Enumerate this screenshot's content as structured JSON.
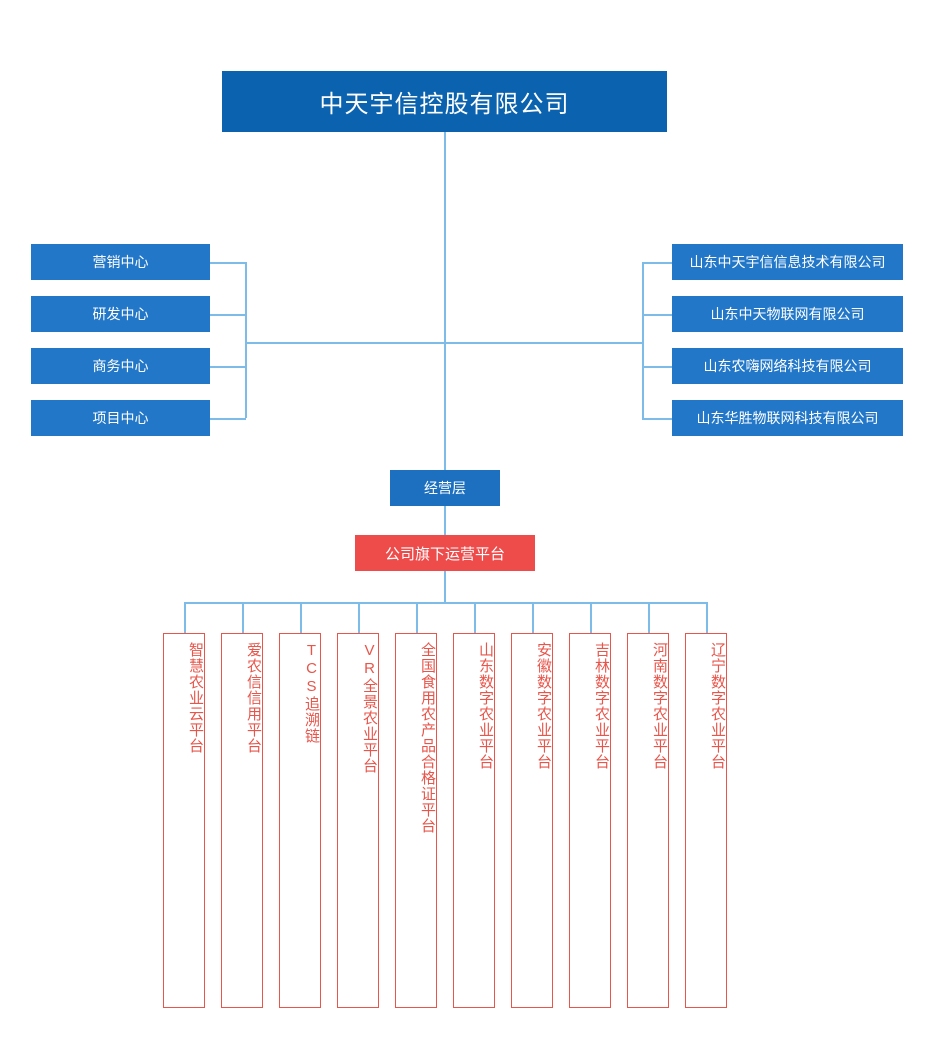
{
  "root": {
    "label": "中天宇信控股有限公司"
  },
  "departments": {
    "items": [
      {
        "label": "营销中心"
      },
      {
        "label": "研发中心"
      },
      {
        "label": "商务中心"
      },
      {
        "label": "项目中心"
      }
    ]
  },
  "subsidiaries": {
    "items": [
      {
        "label": "山东中天宇信信息技术有限公司"
      },
      {
        "label": "山东中天物联网有限公司"
      },
      {
        "label": "山东农嗨网络科技有限公司"
      },
      {
        "label": "山东华胜物联网科技有限公司"
      }
    ]
  },
  "management": {
    "label": "经营层"
  },
  "platform_header": {
    "label": "公司旗下运营平台"
  },
  "platforms": {
    "items": [
      {
        "label": "智慧农业云平台"
      },
      {
        "label": "爱农信信用平台"
      },
      {
        "label": "TCS追溯链"
      },
      {
        "label": "VR全景农业平台"
      },
      {
        "label": "全国食用农产品合格证平台"
      },
      {
        "label": "山东数字农业平台"
      },
      {
        "label": "安徽数字农业平台"
      },
      {
        "label": "吉林数字农业平台"
      },
      {
        "label": "河南数字农业平台"
      },
      {
        "label": "辽宁数字农业平台"
      }
    ]
  },
  "colors": {
    "primary_blue": "#0b63af",
    "node_blue": "#2277c8",
    "accent_red": "#ee4b4b",
    "platform_border": "#e8554a",
    "connector": "#7dbbe8"
  }
}
